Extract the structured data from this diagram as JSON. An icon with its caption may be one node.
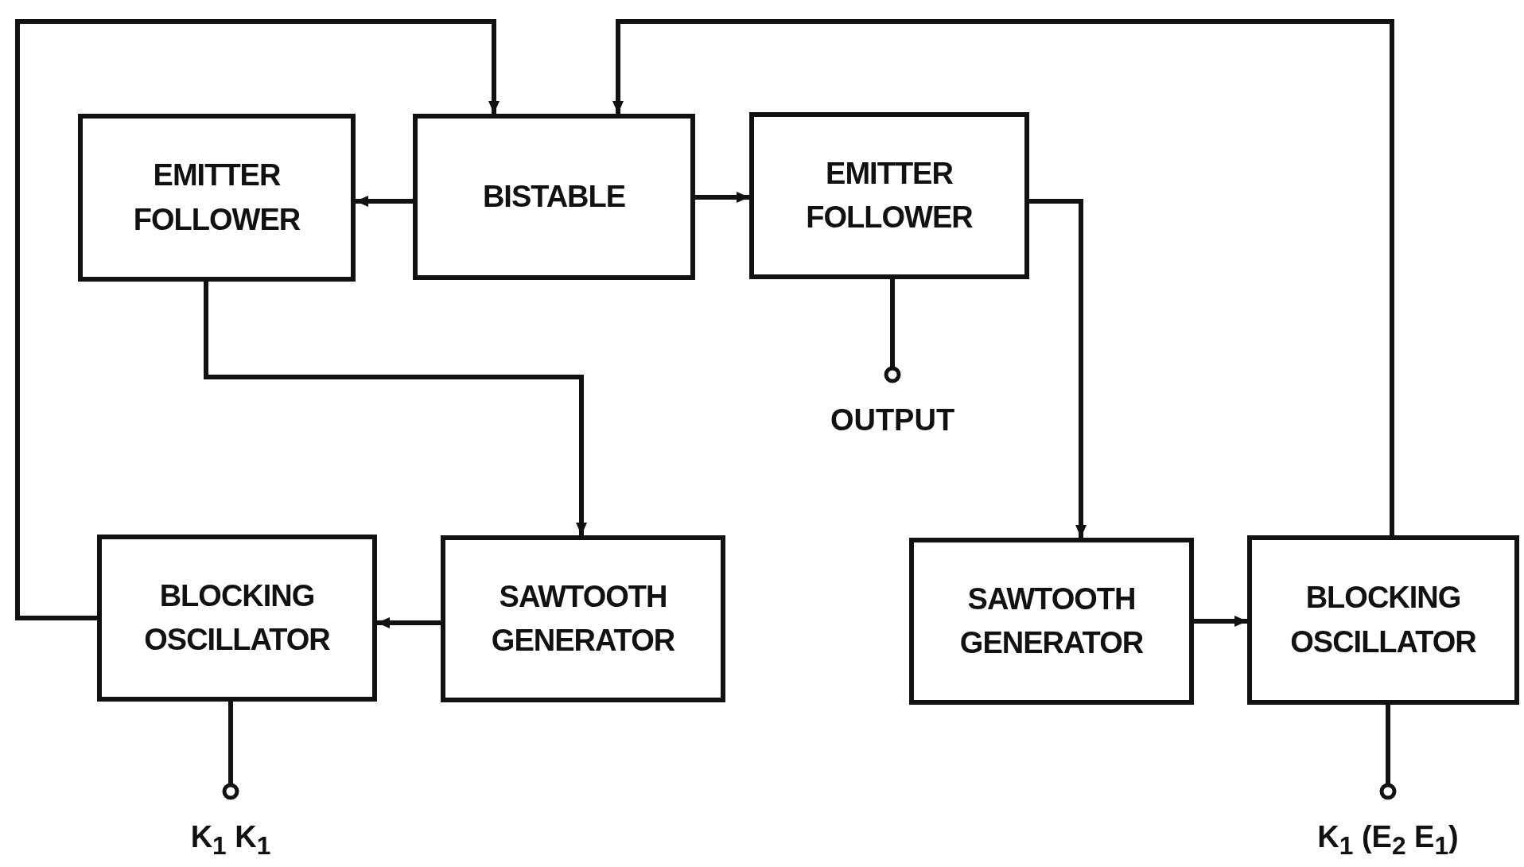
{
  "diagram": {
    "nodes": [
      {
        "text": [
          "EMITTER FOLLOWER"
        ]
      },
      {
        "text": [
          "BISTABLE"
        ]
      },
      {
        "text": [
          "EMITTER FOLLOWER"
        ]
      },
      {
        "text": [
          "OUTPUT"
        ]
      },
      {
        "text": [
          "BLOCKING OSCILLATOR"
        ]
      },
      {
        "text": [
          "SAWTOOTH GENERATOR"
        ]
      },
      {
        "text": [
          "SAWTOOTH GENERATOR"
        ]
      },
      {
        "text": [
          "BLOCKING OSCILLATOR"
        ]
      },
      {
        "text": [
          "K$_{1}$ K$_{1}$"
        ]
      },
      {
        "text": [
          "K$_{1}$ (E$_{2}$ E$_{1}$)"
        ]
      }
    ],
    "edges": [
      {
        "from": 1,
        "to": 0,
        "arrow": "to"
      },
      {
        "from": 1,
        "to": 2,
        "arrow": "to"
      },
      {
        "from": 0,
        "to": 5,
        "arrow": "to"
      },
      {
        "from": 5,
        "to": 4,
        "arrow": "to"
      },
      {
        "from": 4,
        "to": 1,
        "arrow": "to"
      },
      {
        "from": 2,
        "to": 6,
        "arrow": "to"
      },
      {
        "from": 6,
        "to": 7,
        "arrow": "to"
      },
      {
        "from": 7,
        "to": 1,
        "arrow": "to"
      },
      {
        "from": 2,
        "to": 3,
        "arrow": "other"
      },
      {
        "from": 4,
        "to": 8,
        "arrow": "other"
      },
      {
        "from": 7,
        "to": 9,
        "arrow": "other"
      }
    ]
  }
}
